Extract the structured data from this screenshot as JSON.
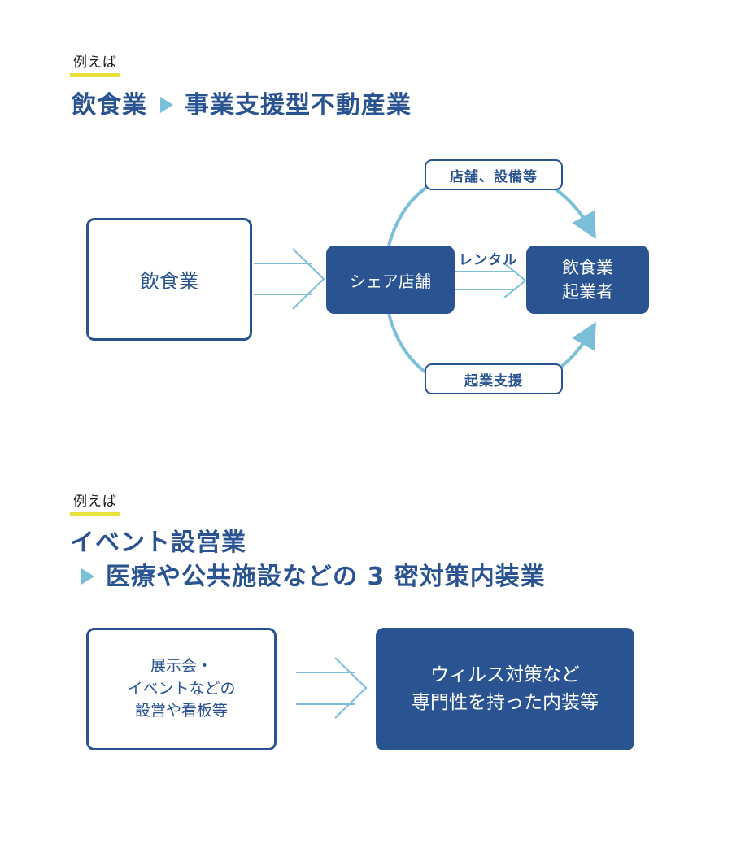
{
  "example1": {
    "tag": "例えば",
    "heading_left": "飲食業",
    "heading_right": "事業支援型不動産業",
    "box_source": "飲食業",
    "box_middle": "シェア店舗",
    "box_target": "飲食業\n起業者",
    "label_rental": "レンタル",
    "pill_top": "店舗、設備等",
    "pill_bottom": "起業支援"
  },
  "example2": {
    "tag": "例えば",
    "heading_line1": "イベント設営業",
    "heading_line2": "医療や公共施設などの 3 密対策内装業",
    "box_source": "展示会・\nイベントなどの\n設営や看板等",
    "box_target": "ウィルス対策など\n専門性を持った内装等"
  },
  "colors": {
    "navy": "#2a5491",
    "light_blue": "#7bbfd9",
    "highlight_yellow": "#e8e03a"
  }
}
